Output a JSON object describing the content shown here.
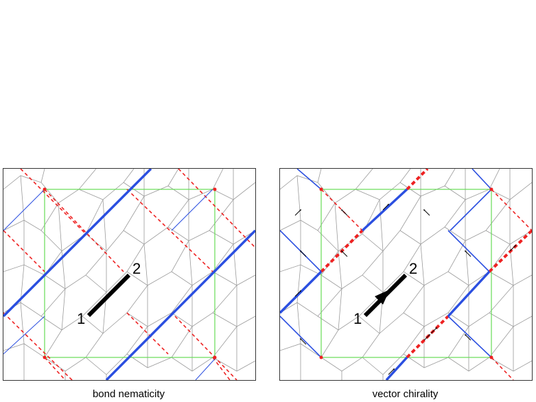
{
  "panels": [
    {
      "caption": "bond nematicity",
      "site_labels": [
        "1",
        "2"
      ],
      "arrow_marker": false
    },
    {
      "caption": "vector chirality",
      "site_labels": [
        "1",
        "2"
      ],
      "arrow_marker": true
    }
  ],
  "colors": {
    "lattice": "#9a9a9a",
    "unit_cell": "#66dd55",
    "positive_bond": "#2b4fe0",
    "negative_bond": "#ee2222",
    "bond_arrow": "#000000"
  }
}
